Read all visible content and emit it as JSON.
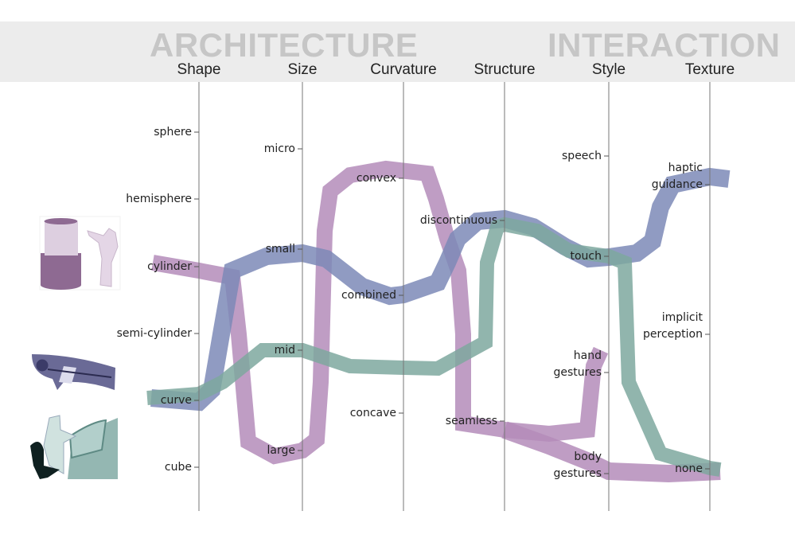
{
  "headings": {
    "architecture": "ARCHITECTURE",
    "interaction": "INTERACTION"
  },
  "axes": [
    {
      "name": "Shape",
      "values": [
        "sphere",
        "hemisphere",
        "cylinder",
        "semi-cylinder",
        "curve",
        "cube"
      ]
    },
    {
      "name": "Size",
      "values": [
        "micro",
        "small",
        "mid",
        "large"
      ]
    },
    {
      "name": "Curvature",
      "values": [
        "convex",
        "combined",
        "concave"
      ]
    },
    {
      "name": "Structure",
      "values": [
        "discontinuous",
        "seamless"
      ]
    },
    {
      "name": "Style",
      "values": [
        "speech",
        "touch",
        "hand\ngestures",
        "body\ngestures"
      ]
    },
    {
      "name": "Texture",
      "values": [
        "haptic\nguidance",
        "implicit\nperception",
        "none"
      ]
    }
  ],
  "colors": {
    "purple": "#b48cba",
    "blue": "#7d8ab7",
    "teal": "#7ea89f"
  },
  "images": [
    "cylinder-display-icon",
    "curved-display-icon",
    "desk-display-icon"
  ]
}
